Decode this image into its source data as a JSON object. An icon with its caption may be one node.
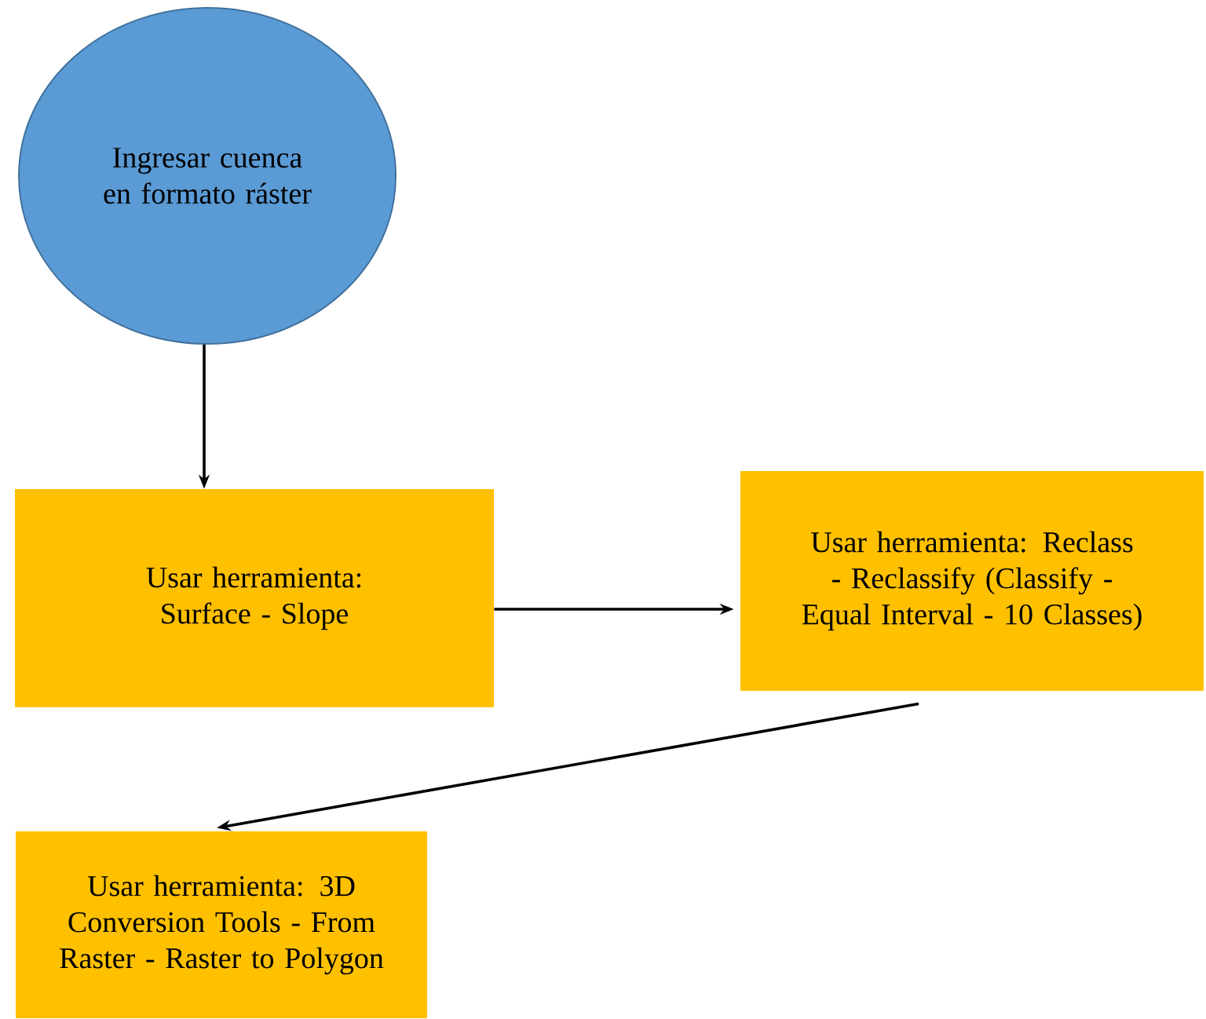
{
  "diagram": {
    "nodes": [
      {
        "text": [
          "Ingresar cuenca en formato ráster"
        ]
      },
      {
        "text": [
          "Usar herramienta: Surface - Slope"
        ]
      },
      {
        "text": [
          "Usar herramienta: Reclass - Reclassify (Classify - Equal Interval - 10 Classes)"
        ]
      },
      {
        "text": [
          "Usar herramienta: 3D Conversion Tools - From Raster - Raster to Polygon"
        ]
      }
    ],
    "edges": [
      {
        "from": 0,
        "to": 1,
        "arrow": "to"
      },
      {
        "from": 1,
        "to": 2,
        "arrow": "to"
      },
      {
        "from": 2,
        "to": 3,
        "arrow": "to"
      }
    ]
  }
}
